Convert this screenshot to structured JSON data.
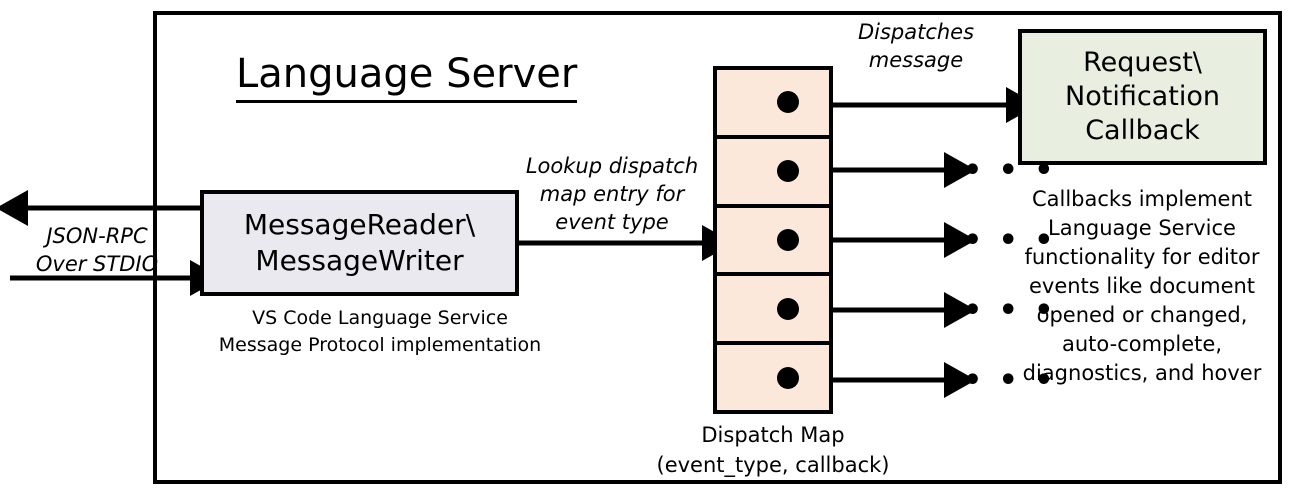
{
  "diagram": {
    "title": "Language Server",
    "message_box": {
      "line1": "MessageReader\\",
      "line2": "MessageWriter",
      "caption_line1": "VS Code Language Service",
      "caption_line2": "Message Protocol implementation",
      "fill_color": "#eae9f0"
    },
    "dispatch_map": {
      "caption_line1": "Dispatch Map",
      "caption_line2": "(event_type, callback)",
      "cell_count": 5,
      "cell_fill_color": "#fce8da",
      "dot_color": "#000000"
    },
    "callback_box": {
      "line1": "Request\\",
      "line2": "Notification",
      "line3": "Callback",
      "fill_color": "#e8eee0"
    },
    "callback_description": "Callbacks implement Language Service functionality for editor events like document opened or changed, auto-complete, diagnostics, and hover",
    "labels": {
      "jsonrpc": "JSON-RPC\nOver STDIO",
      "lookup": "Lookup dispatch\nmap entry for\nevent type",
      "dispatches": "Dispatches\nmessage"
    },
    "ellipsis": "• • •",
    "stroke_color": "#000000"
  }
}
